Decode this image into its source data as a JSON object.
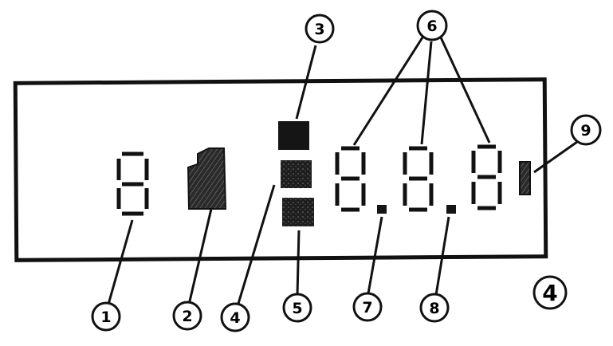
{
  "figure_number": "4",
  "callouts": [
    {
      "id": "c1",
      "label": "1"
    },
    {
      "id": "c2",
      "label": "2"
    },
    {
      "id": "c3",
      "label": "3"
    },
    {
      "id": "c4",
      "label": "4"
    },
    {
      "id": "c5",
      "label": "5"
    },
    {
      "id": "c6",
      "label": "6"
    },
    {
      "id": "c7",
      "label": "7"
    },
    {
      "id": "c8",
      "label": "8"
    },
    {
      "id": "c9",
      "label": "9"
    }
  ],
  "colors": {
    "ink": "#111111",
    "paper": "#ffffff",
    "block": "#1a1a1a"
  }
}
